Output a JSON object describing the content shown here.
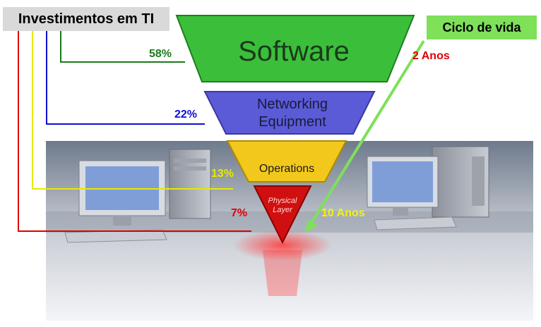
{
  "title": "Investimentos em TI",
  "lifecycle": {
    "label": "Ciclo de vida",
    "start": "2 Anos",
    "end": "10 Anos"
  },
  "layers": [
    {
      "name": "Software",
      "percent": "58%",
      "color": "#1a7a1a",
      "fill": "#3bbf3b"
    },
    {
      "name_line1": "Networking",
      "name_line2": "Equipment",
      "percent": "22%",
      "color": "#1010d0",
      "fill": "#5a5ad8"
    },
    {
      "name": "Operations",
      "percent": "13%",
      "color": "#e8e800",
      "fill": "#f2c81c"
    },
    {
      "name_line1": "Physical",
      "name_line2": "Layer",
      "percent": "7%",
      "color": "#e00000",
      "fill": "#d01010"
    }
  ],
  "colors": {
    "arrow": "#7fe05a",
    "two_years": "#e00000",
    "ten_years": "#f5f500"
  }
}
